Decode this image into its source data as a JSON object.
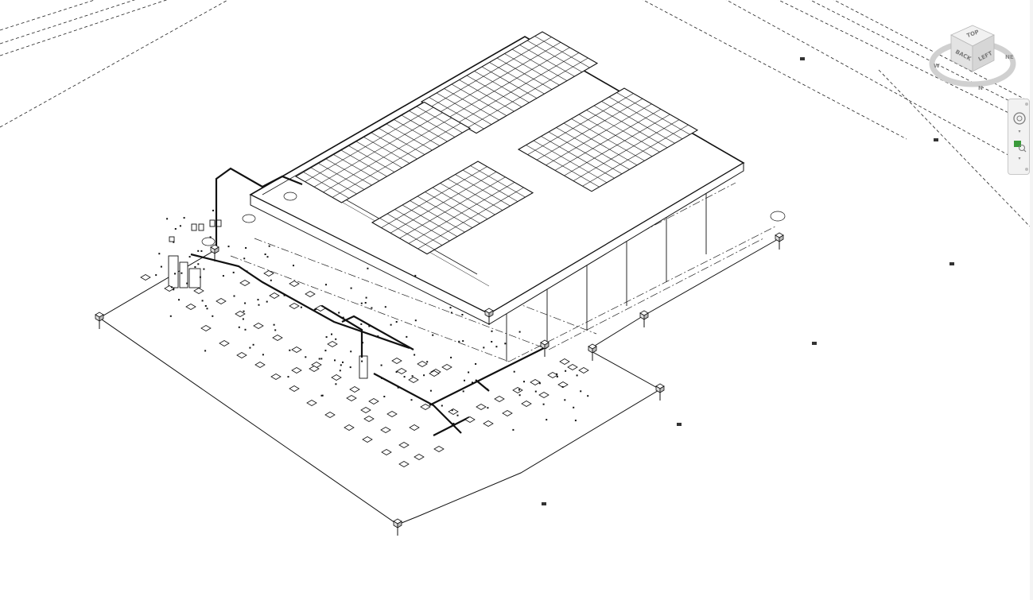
{
  "view": {
    "type": "3D view",
    "background": "#ffffff",
    "line_color": "#111111"
  },
  "viewcube": {
    "faces": {
      "top": "TOP",
      "back": "BACK",
      "left": "LEFT"
    },
    "compass": {
      "north": "N",
      "west": "W"
    },
    "face_color": "#e9e9e9"
  },
  "navigation_bar": {
    "buttons": [
      {
        "name": "steering-wheel",
        "icon": "steering-wheel-icon"
      },
      {
        "name": "zoom",
        "icon": "zoom-region-icon"
      }
    ],
    "accent": "#3a9a3a"
  }
}
